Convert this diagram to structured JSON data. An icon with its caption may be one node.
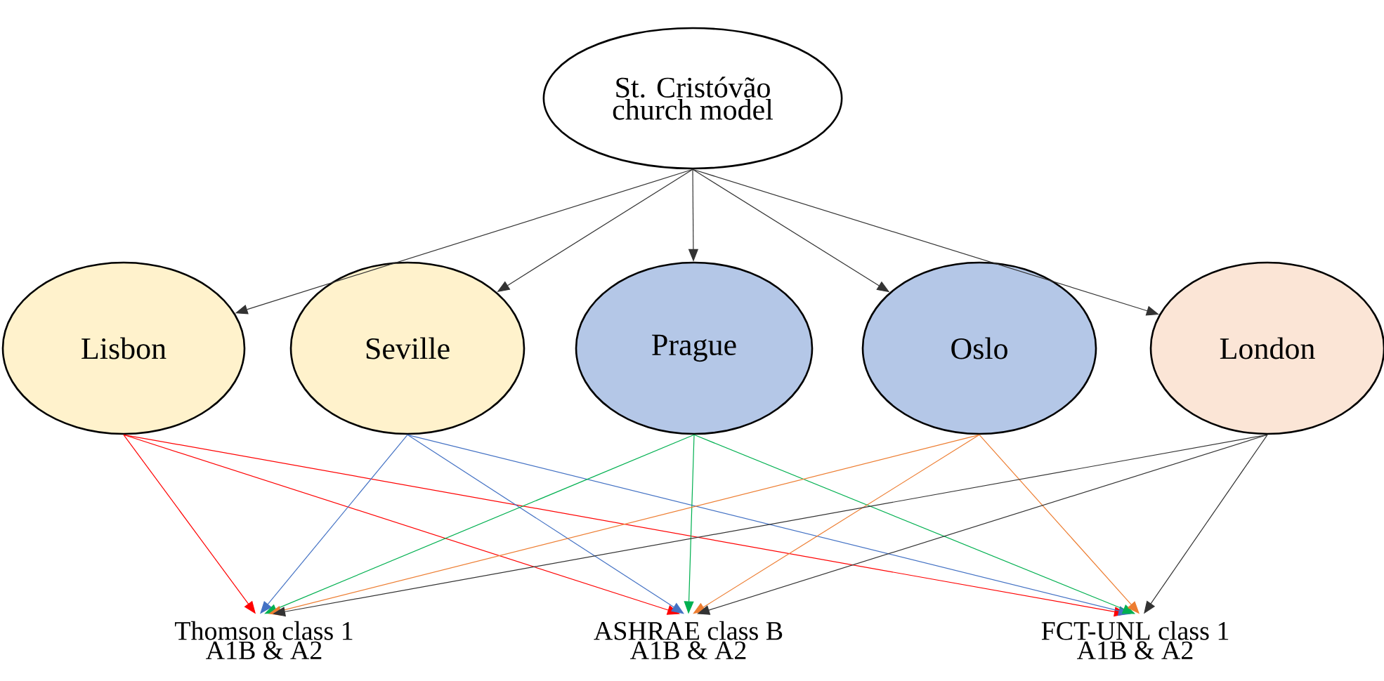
{
  "diagram": {
    "nodes": [
      {
        "text": [
          "St. Cristóvão church model"
        ]
      },
      {
        "text": [
          "Lisbon"
        ]
      },
      {
        "text": [
          "Seville"
        ]
      },
      {
        "text": [
          "Prague"
        ]
      },
      {
        "text": [
          "Oslo"
        ]
      },
      {
        "text": [
          "London"
        ]
      },
      {
        "text": [
          "Thomson class 1 A1B & A2"
        ]
      },
      {
        "text": [
          "ASHRAE class B A1B & A2"
        ]
      },
      {
        "text": [
          "FCT-UNL class 1 A1B & A2"
        ]
      }
    ],
    "edges": [
      {
        "from": 0,
        "to": 1,
        "arrow": "to"
      },
      {
        "from": 0,
        "to": 2,
        "arrow": "to"
      },
      {
        "from": 0,
        "to": 3,
        "arrow": "to"
      },
      {
        "from": 0,
        "to": 4,
        "arrow": "to"
      },
      {
        "from": 0,
        "to": 5,
        "arrow": "to"
      },
      {
        "from": 1,
        "to": 6,
        "arrow": "to",
        "color": "#ff0000"
      },
      {
        "from": 1,
        "to": 7,
        "arrow": "to",
        "color": "#ff0000"
      },
      {
        "from": 1,
        "to": 8,
        "arrow": "to",
        "color": "#ff0000"
      },
      {
        "from": 2,
        "to": 6,
        "arrow": "to",
        "color": "#4472c4"
      },
      {
        "from": 2,
        "to": 7,
        "arrow": "to",
        "color": "#4472c4"
      },
      {
        "from": 2,
        "to": 8,
        "arrow": "to",
        "color": "#4472c4"
      },
      {
        "from": 3,
        "to": 6,
        "arrow": "to",
        "color": "#00b050"
      },
      {
        "from": 3,
        "to": 7,
        "arrow": "to",
        "color": "#00b050"
      },
      {
        "from": 3,
        "to": 8,
        "arrow": "to",
        "color": "#00b050"
      },
      {
        "from": 4,
        "to": 6,
        "arrow": "to",
        "color": "#ed7d31"
      },
      {
        "from": 4,
        "to": 7,
        "arrow": "to",
        "color": "#ed7d31"
      },
      {
        "from": 4,
        "to": 8,
        "arrow": "to",
        "color": "#ed7d31"
      },
      {
        "from": 5,
        "to": 6,
        "arrow": "to"
      },
      {
        "from": 5,
        "to": 7,
        "arrow": "to"
      },
      {
        "from": 5,
        "to": 8,
        "arrow": "to"
      }
    ]
  }
}
